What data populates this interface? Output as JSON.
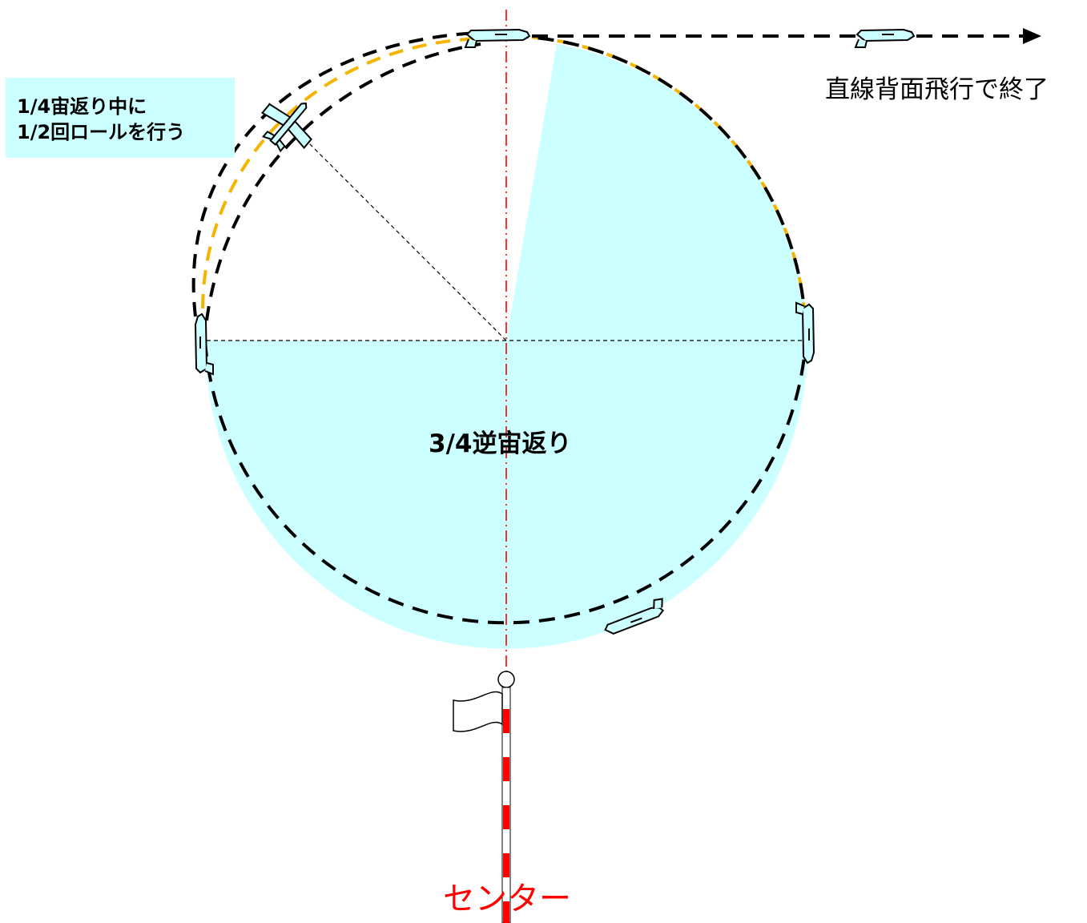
{
  "labels": {
    "half_roll_note_line1": "1/4宙返り中に",
    "half_roll_note_line2": "1/2回ロールを行う",
    "end_note": "直線背面飛行で終了",
    "maneuver_name": "3/4逆宙返り",
    "center_marker": "センター"
  },
  "colors": {
    "fill_light_cyan": "#ccffff",
    "path_black": "#000000",
    "path_orange": "#f5b400",
    "centerline_red": "#ff0000",
    "callout_bg": "#ccffff"
  },
  "icons": [
    "airplane-icon",
    "flag-icon",
    "arrow-head-icon"
  ]
}
